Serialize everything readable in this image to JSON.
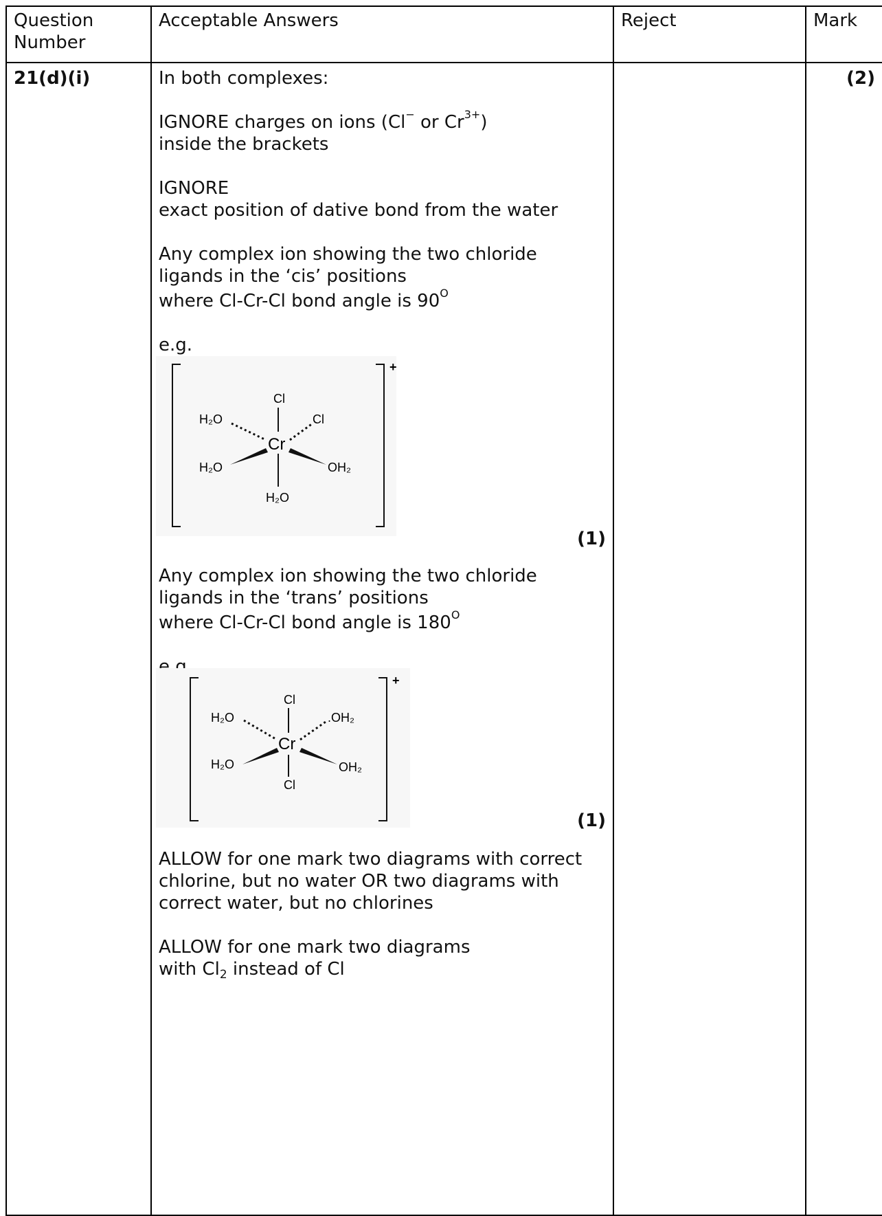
{
  "headers": {
    "question_number": "Question Number",
    "acceptable_answers": "Acceptable Answers",
    "reject": "Reject",
    "mark": "Mark"
  },
  "row": {
    "question": "21(d)(i)",
    "mark": "(2)",
    "intro": "In both complexes:",
    "ignore_charges_pre": "IGNORE charges on ions (Cl",
    "ignore_charges_sup1": "−",
    "ignore_charges_mid": " or Cr",
    "ignore_charges_sup2": "3+",
    "ignore_charges_post": ")",
    "ignore_charges_line2": "inside the brackets",
    "ignore_label": "IGNORE",
    "ignore_dative": "exact position of dative bond from the water",
    "cis_text": "Any complex ion showing the two chloride ligands in the ‘cis’ positions",
    "cis_angle_pre": "where Cl-Cr-Cl bond angle is 90",
    "degree_symbol": "O",
    "eg": "e.g.",
    "cis_mark": "(1)",
    "trans_text": "Any complex ion showing the two chloride ligands in the ‘trans’ positions",
    "trans_angle_pre": "where Cl-Cr-Cl bond angle is 180",
    "trans_mark": "(1)",
    "allow1": "ALLOW for one mark two diagrams with correct chlorine, but no water OR two diagrams with correct water, but no chlorines",
    "allow2_line1": "ALLOW for one mark two diagrams",
    "allow2_pre": "with Cl",
    "allow2_sub": "2",
    "allow2_post": " instead of Cl"
  },
  "diagrams": {
    "cis": {
      "charge": "+",
      "center": "Cr",
      "top": "Cl",
      "upper_right": "Cl",
      "upper_left": "H₂O",
      "lower_left": "H₂O",
      "lower_right": "OH₂",
      "bottom": "H₂O"
    },
    "trans": {
      "charge": "+",
      "center": "Cr",
      "top": "Cl",
      "upper_right": ".OH₂",
      "upper_left": "H₂O",
      "lower_left": "H₂O",
      "lower_right": "OH₂",
      "bottom": "Cl"
    }
  }
}
